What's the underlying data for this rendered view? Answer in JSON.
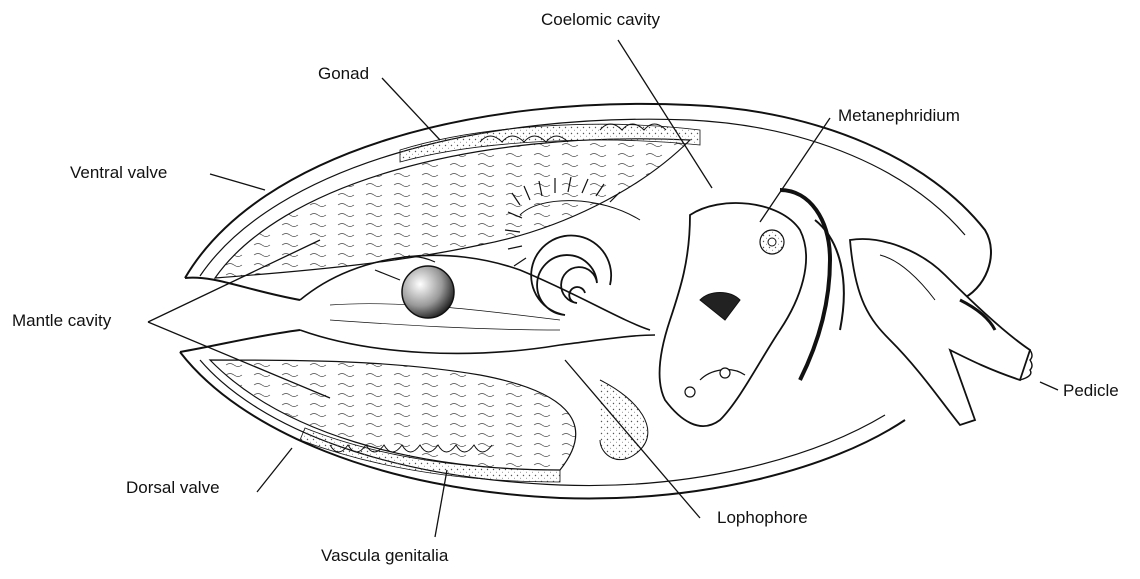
{
  "labels": {
    "coelomic_cavity": "Coelomic cavity",
    "gonad": "Gonad",
    "metanephridium": "Metanephridium",
    "ventral_valve": "Ventral valve",
    "mantle_cavity": "Mantle cavity",
    "pedicle": "Pedicle",
    "dorsal_valve": "Dorsal valve",
    "lophophore": "Lophophore",
    "vascula_genitalia": "Vascula genitalia"
  },
  "colors": {
    "ink": "#111111",
    "background": "#ffffff",
    "stipple": "#555555"
  }
}
